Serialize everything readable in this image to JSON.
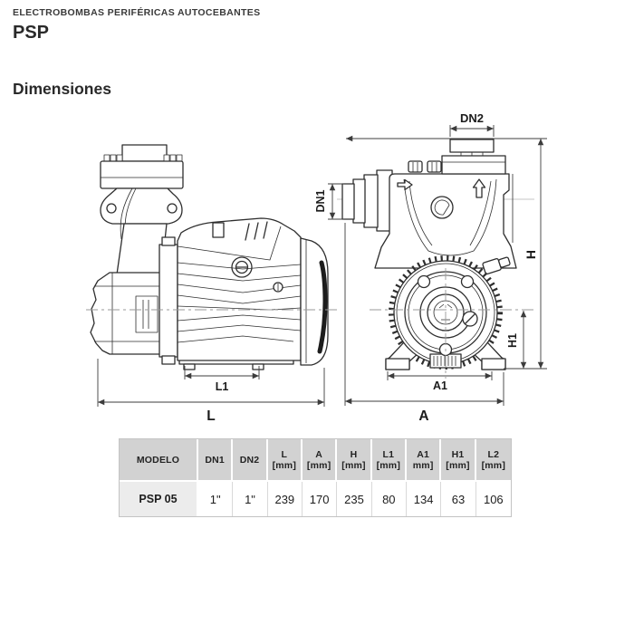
{
  "page": {
    "category": "ELECTROBOMBAS PERIFÉRICAS AUTOCEBANTES",
    "model": "PSP",
    "section_title": "Dimensiones"
  },
  "diagram": {
    "labels": {
      "dn1": "DN1",
      "dn2": "DN2",
      "l": "L",
      "l1": "L1",
      "a": "A",
      "a1": "A1",
      "h": "H",
      "h1": "H1"
    }
  },
  "table": {
    "headers": [
      {
        "top": "MODELO",
        "bottom": ""
      },
      {
        "top": "DN1",
        "bottom": ""
      },
      {
        "top": "DN2",
        "bottom": ""
      },
      {
        "top": "L",
        "bottom": "[mm]"
      },
      {
        "top": "A",
        "bottom": "[mm]"
      },
      {
        "top": "H",
        "bottom": "[mm]"
      },
      {
        "top": "L1",
        "bottom": "[mm]"
      },
      {
        "top": "A1",
        "bottom": "mm]"
      },
      {
        "top": "H1",
        "bottom": "[mm]"
      },
      {
        "top": "L2",
        "bottom": "[mm]"
      }
    ],
    "rows": [
      {
        "modelo": "PSP 05",
        "dn1": "1\"",
        "dn2": "1\"",
        "l": "239",
        "a": "170",
        "h": "235",
        "l1": "80",
        "a1": "134",
        "h1": "63",
        "l2": "106"
      }
    ]
  }
}
